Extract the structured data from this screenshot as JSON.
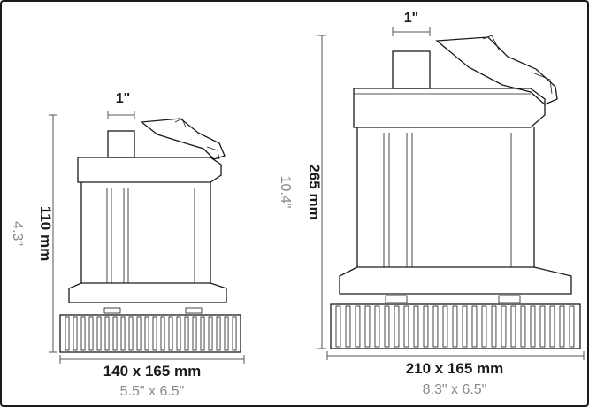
{
  "pumps": [
    {
      "id": "small",
      "width_label": "140 x 165 mm",
      "width_inch_label": "5.5\" x 6.5\"",
      "height_label": "110 mm",
      "height_inch_label": "4.3\"",
      "outlet_label": "1\""
    },
    {
      "id": "large",
      "width_label": "210 x 165 mm",
      "width_inch_label": "8.3\" x 6.5\"",
      "height_label": "265 mm",
      "height_inch_label": "10.4\"",
      "outlet_label": "1\""
    }
  ],
  "colors": {
    "line": "#1a1a1a",
    "secondary_text": "#8a8a8a"
  }
}
